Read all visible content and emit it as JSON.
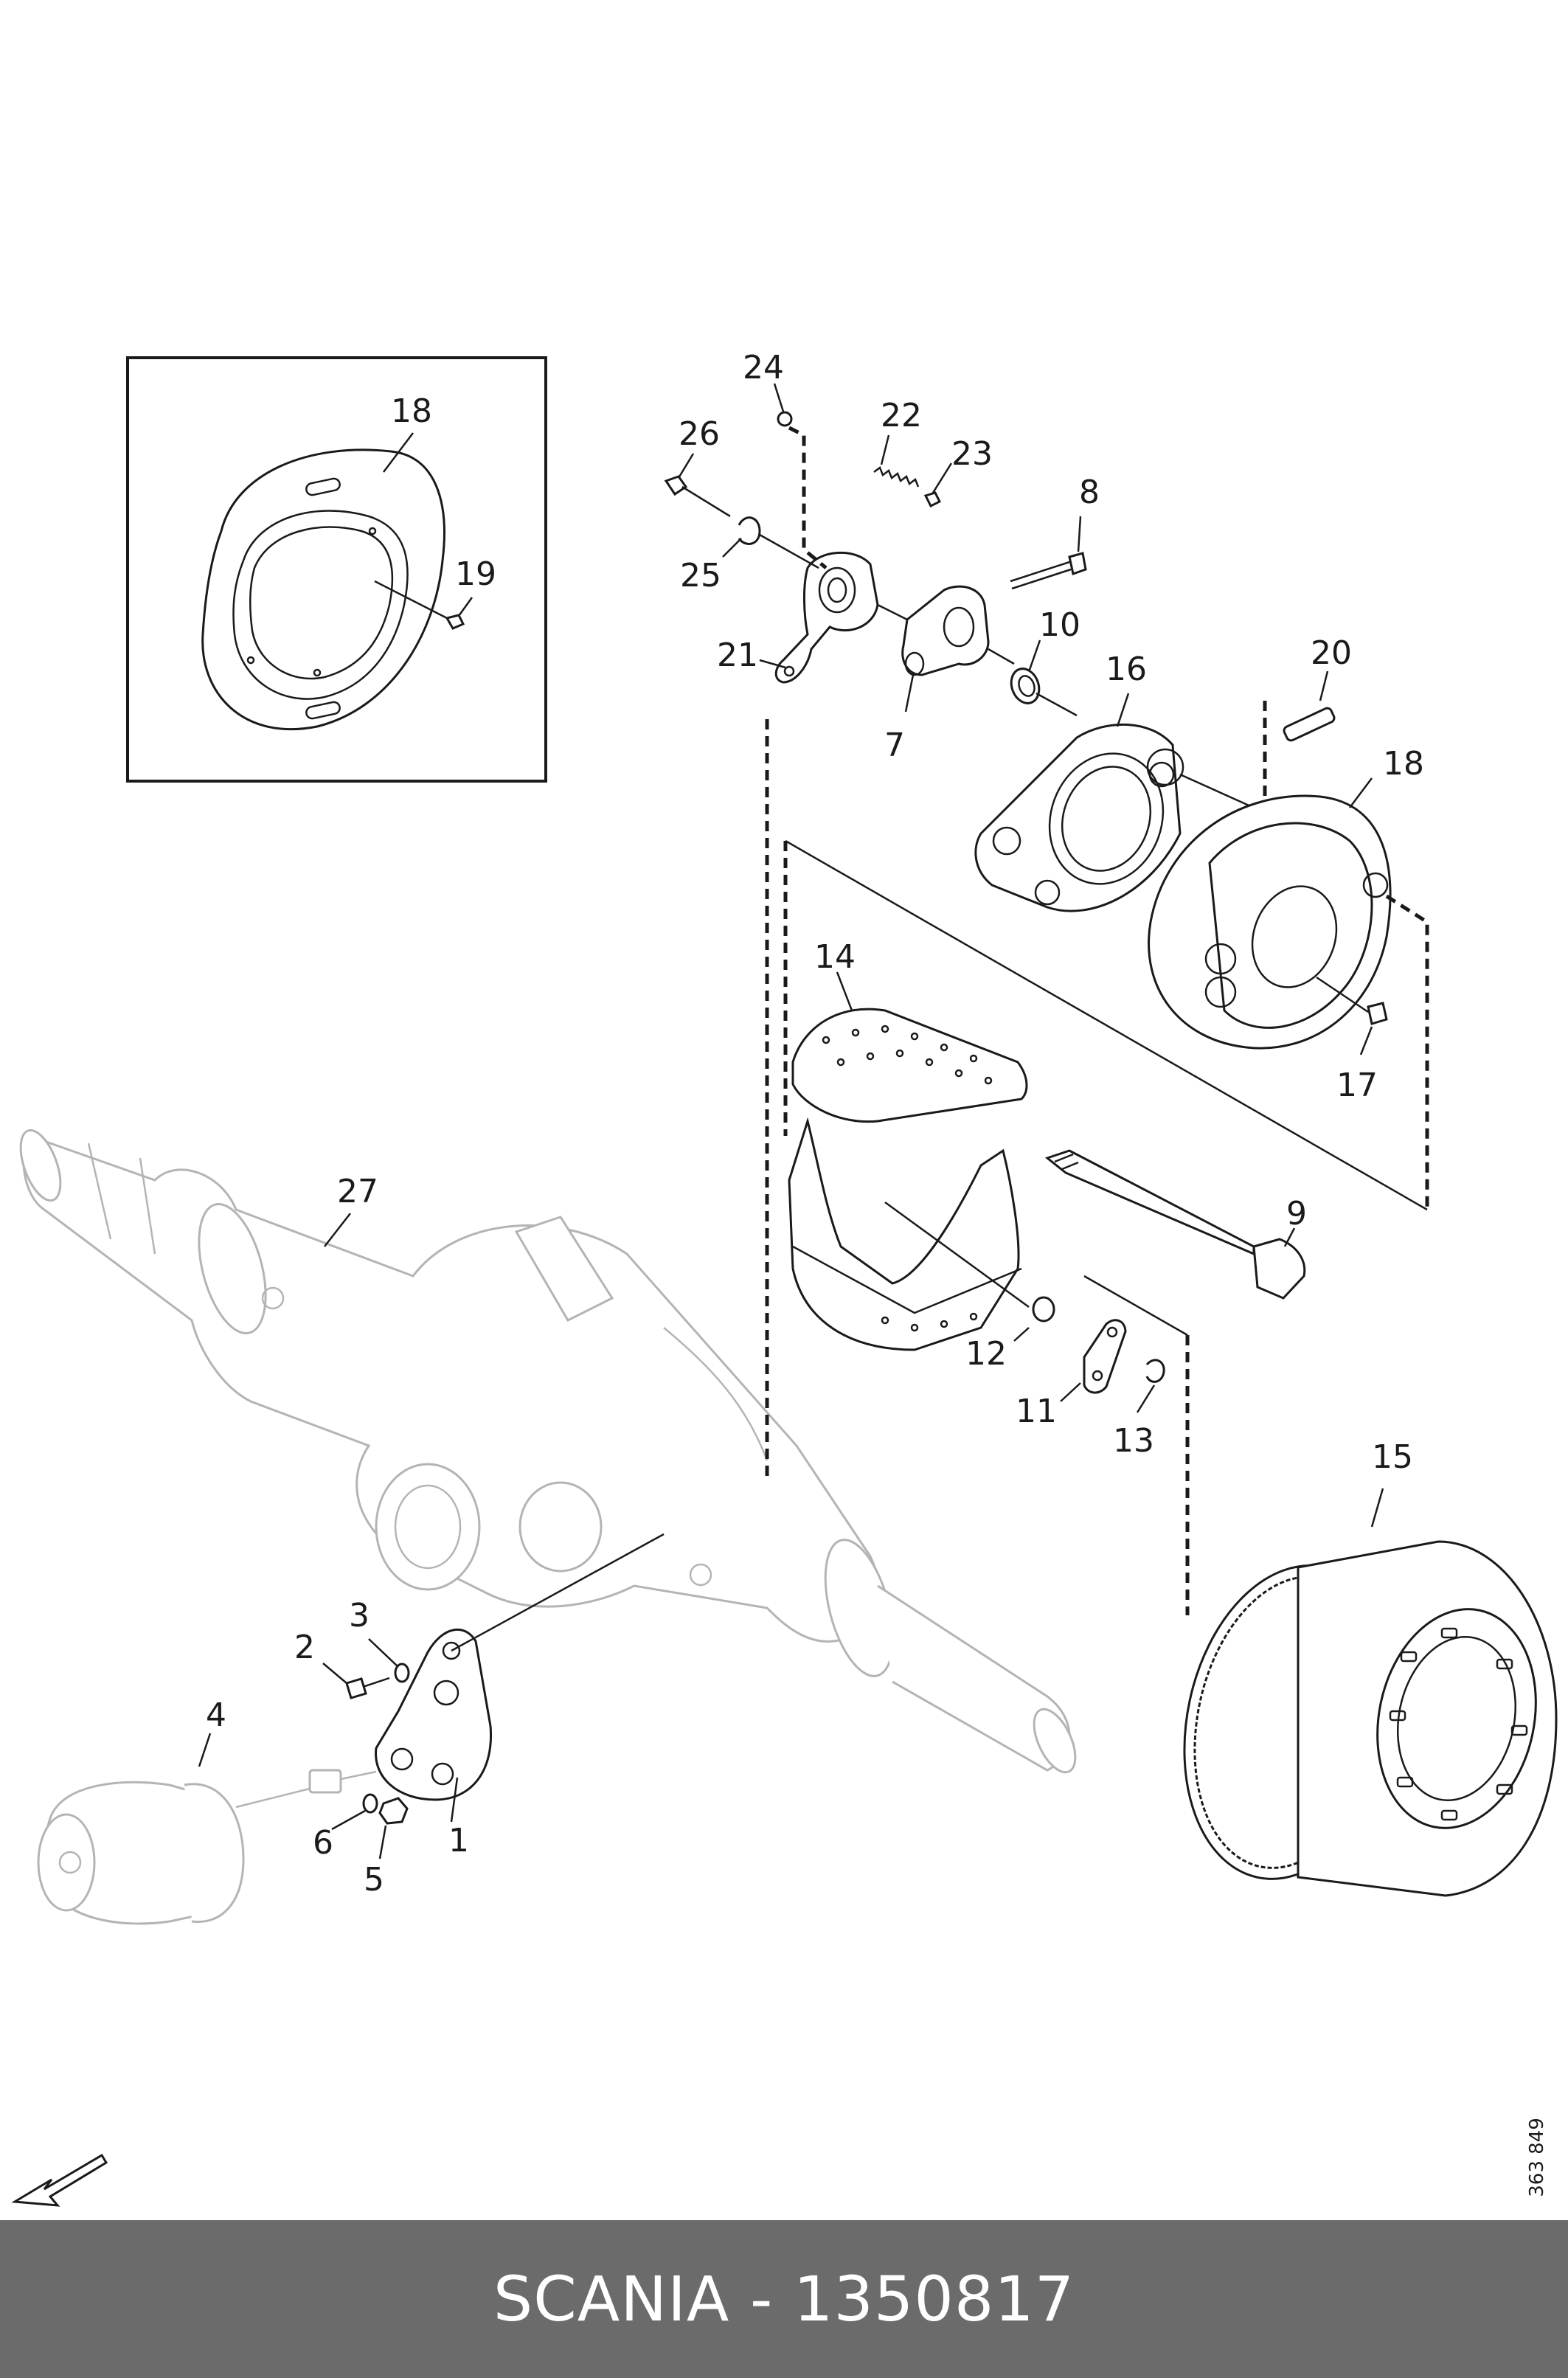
{
  "drawing_number": "363 849",
  "footer": {
    "title": "SCANIA - 1350817"
  },
  "callouts": {
    "c1": "1",
    "c2": "2",
    "c3": "3",
    "c4": "4",
    "c5": "5",
    "c6": "6",
    "c7": "7",
    "c8": "8",
    "c9": "9",
    "c10": "10",
    "c11": "11",
    "c12": "12",
    "c13": "13",
    "c14": "14",
    "c15": "15",
    "c16": "16",
    "c17": "17",
    "c18_inset": "18",
    "c18_main": "18",
    "c19": "19",
    "c20": "20",
    "c21": "21",
    "c22": "22",
    "c23": "23",
    "c24": "24",
    "c25": "25",
    "c26": "26",
    "c27": "27"
  },
  "colors": {
    "line": "#1a1a1a",
    "ghost_line": "#b4b4b4",
    "footer_bg": "#6b6b6b",
    "footer_text": "#ffffff"
  },
  "icons": {
    "orientation": "direction-arrow-icon"
  }
}
